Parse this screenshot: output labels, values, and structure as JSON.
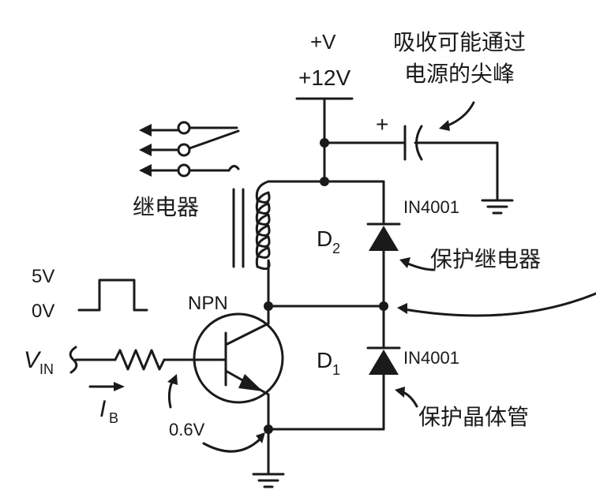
{
  "supply": {
    "line1": "+V",
    "line2": "+12V"
  },
  "cap": {
    "plus": "+",
    "note_line1": "吸收可能通过",
    "note_line2": "电源的尖峰"
  },
  "relay": {
    "label": "继电器"
  },
  "d2": {
    "name": "D",
    "sub": "2",
    "part": "IN4001",
    "note": "保护继电器"
  },
  "d1": {
    "name": "D",
    "sub": "1",
    "part": "IN4001",
    "note": "保护晶体管"
  },
  "transistor": {
    "type": "NPN"
  },
  "input": {
    "vin": "V",
    "vin_sub": "IN",
    "high": "5V",
    "low": "0V",
    "ib": "I",
    "ib_sub": "B",
    "vbe": "0.6V"
  }
}
